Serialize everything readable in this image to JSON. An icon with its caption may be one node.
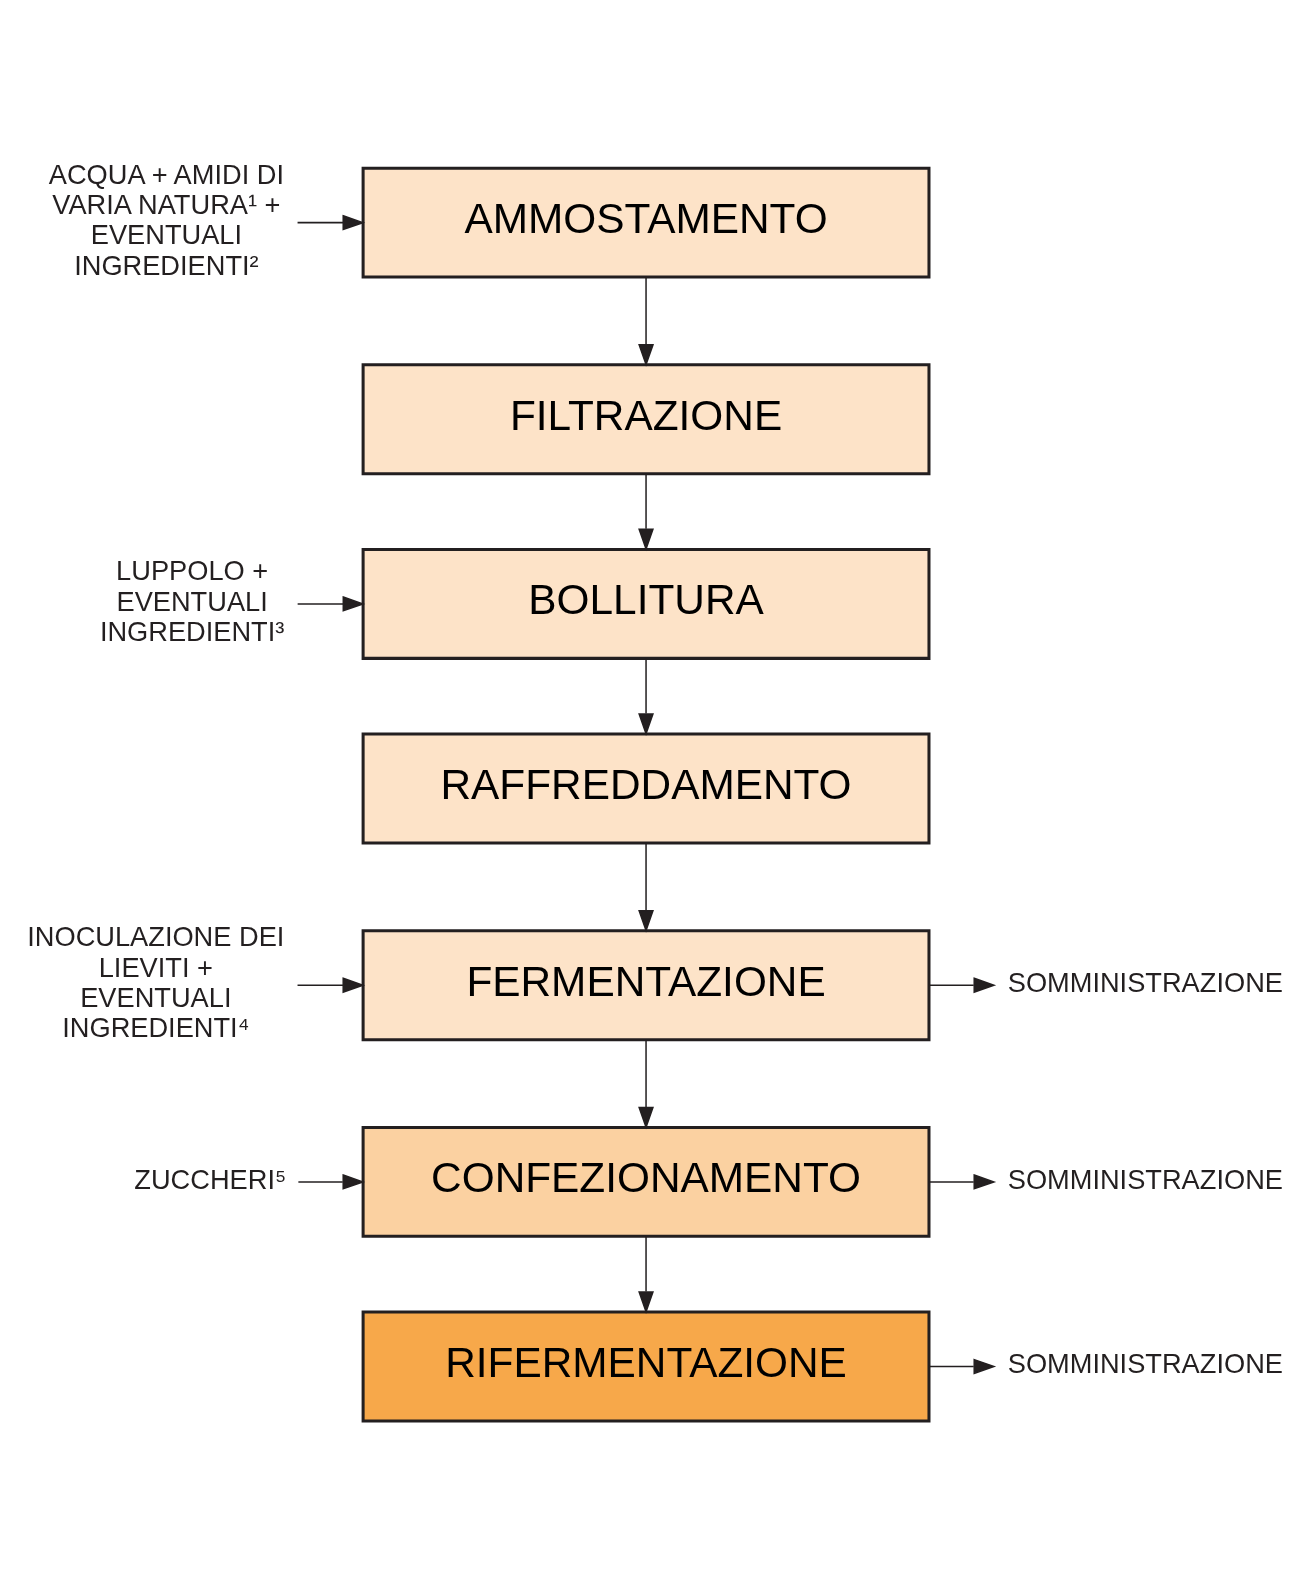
{
  "diagram": {
    "nodes": [
      {
        "text": [
          "AMMOSTAMENTO"
        ]
      },
      {
        "text": [
          "FILTRAZIONE"
        ]
      },
      {
        "text": [
          "BOLLITURA"
        ]
      },
      {
        "text": [
          "RAFFREDDAMENTO"
        ]
      },
      {
        "text": [
          "FERMENTAZIONE"
        ]
      },
      {
        "text": [
          "CONFEZIONAMENTO"
        ]
      },
      {
        "text": [
          "RIFERMENTAZIONE"
        ]
      },
      {
        "text": [
          "ACQUA + AMIDI DI VARIA NATURA¹ + EVENTUALI INGREDIENTI²"
        ]
      },
      {
        "text": [
          "LUPPOLO + EVENTUALI INGREDIENTI³"
        ]
      },
      {
        "text": [
          "INOCULAZIONE DEI LIEVITI + EVENTUALI INGREDIENTI⁴"
        ]
      },
      {
        "text": [
          "ZUCCHERI⁵"
        ]
      },
      {
        "text": [
          "SOMMINISTRAZIONE"
        ]
      },
      {
        "text": [
          "SOMMINISTRAZIONE"
        ]
      },
      {
        "text": [
          "SOMMINISTRAZIONE"
        ]
      }
    ],
    "edges": [
      {
        "from": 0,
        "to": 1,
        "arrow": "to"
      },
      {
        "from": 1,
        "to": 2,
        "arrow": "to"
      },
      {
        "from": 2,
        "to": 3,
        "arrow": "to"
      },
      {
        "from": 3,
        "to": 4,
        "arrow": "to"
      },
      {
        "from": 4,
        "to": 5,
        "arrow": "to"
      },
      {
        "from": 5,
        "to": 6,
        "arrow": "to"
      },
      {
        "from": 7,
        "to": 0,
        "arrow": "to"
      },
      {
        "from": 8,
        "to": 2,
        "arrow": "to"
      },
      {
        "from": 9,
        "to": 4,
        "arrow": "to"
      },
      {
        "from": 10,
        "to": 5,
        "arrow": "to"
      },
      {
        "from": 4,
        "to": 11,
        "arrow": "to"
      },
      {
        "from": 5,
        "to": 12,
        "arrow": "to"
      },
      {
        "from": 6,
        "to": 13,
        "arrow": "to"
      }
    ]
  }
}
